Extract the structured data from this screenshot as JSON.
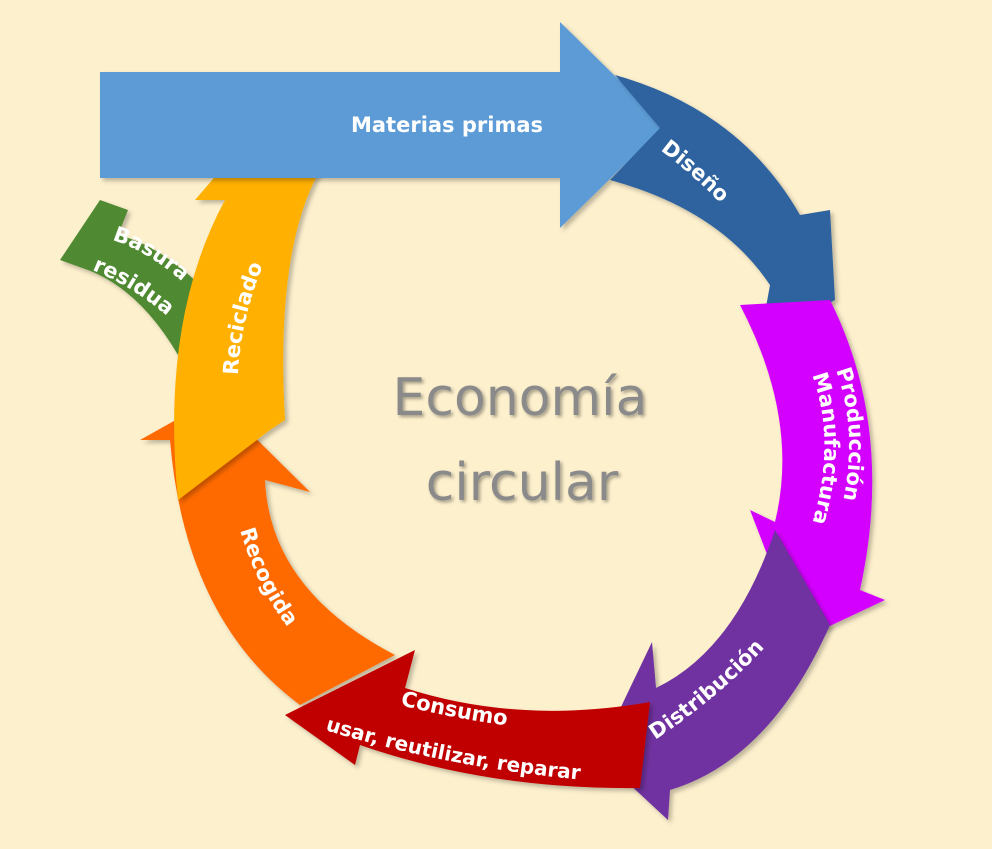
{
  "title": {
    "line1": "Economía",
    "line2": "circular"
  },
  "stages": {
    "materias_primas": "Materias primas",
    "diseno": "Diseño",
    "produccion": "Producción",
    "manufactura": "Manufactura",
    "distribucion": "Distribución",
    "consumo": "Consumo",
    "consumo_sub": "usar, reutilizar, reparar",
    "recogida": "Recogida",
    "reciclado": "Reciclado",
    "basura": "Basura",
    "residual": "residual"
  },
  "colors": {
    "background": "#fdf0cd",
    "materias_primas": "#5b9bd5",
    "diseno": "#2e64a0",
    "produccion": "#d400ff",
    "distribucion": "#7030a0",
    "consumo": "#c00000",
    "recogida": "#ff6a00",
    "reciclado": "#ffb000",
    "basura": "#4f8a30",
    "title": "#8a8a8a"
  }
}
